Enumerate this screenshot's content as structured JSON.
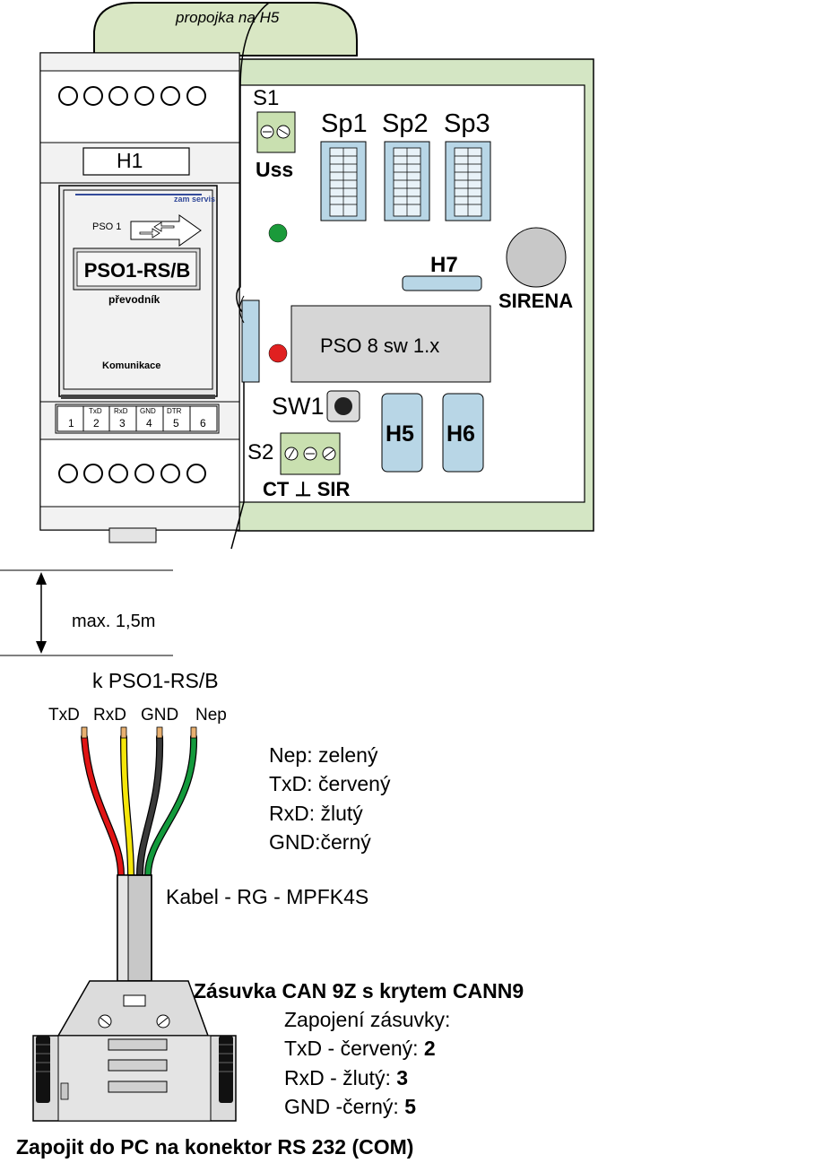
{
  "jumper": {
    "label": "propojka na H5"
  },
  "module": {
    "h1": "H1",
    "brand": "zam servis",
    "pso1": "PSO 1",
    "name": "PSO1-RS/B",
    "prevodnik": "převodník",
    "komunikace": "Komunikace",
    "terminals": [
      {
        "sig": "",
        "num": "1"
      },
      {
        "sig": "TxD",
        "num": "2"
      },
      {
        "sig": "RxD",
        "num": "3"
      },
      {
        "sig": "GND",
        "num": "4"
      },
      {
        "sig": "DTR",
        "num": "5"
      },
      {
        "sig": "",
        "num": "6"
      }
    ]
  },
  "board": {
    "s1": "S1",
    "uss": "Uss",
    "sp1": "Sp1",
    "sp2": "Sp2",
    "sp3": "Sp3",
    "h7": "H7",
    "sirena": "SIRENA",
    "pso8": "PSO 8 sw 1.x",
    "sw1": "SW1",
    "h5": "H5",
    "h6": "H6",
    "s2": "S2",
    "s2_label": "CT ⊥ SIR",
    "led_green": "#1a9a3a",
    "led_red": "#e02020",
    "board_color": "#d4e6c4",
    "block_color": "#b8d6e6"
  },
  "distance": {
    "label": "max. 1,5m"
  },
  "cable": {
    "title": "k PSO1-RS/B",
    "wires": [
      {
        "name": "TxD",
        "color": "#e01414"
      },
      {
        "name": "RxD",
        "color": "#f5e60a"
      },
      {
        "name": "GND",
        "color": "#3a3a3a"
      },
      {
        "name": "Nep",
        "color": "#139a3c"
      }
    ],
    "legend": [
      "Nep: zelený",
      "TxD: červený",
      "RxD: žlutý",
      "GND:černý"
    ],
    "cable_label": "Kabel - RG - MPFK4S"
  },
  "connector": {
    "title": "Zásuvka CAN 9Z s krytem CANN9",
    "subtitle": "Zapojení zásuvky:",
    "pins": [
      {
        "text": "TxD - červený: ",
        "pin": "2"
      },
      {
        "text": "RxD - žlutý: ",
        "pin": "3"
      },
      {
        "text": "GND -černý: ",
        "pin": "5"
      }
    ]
  },
  "footer": "Zapojit do PC na konektor RS 232 (COM)"
}
